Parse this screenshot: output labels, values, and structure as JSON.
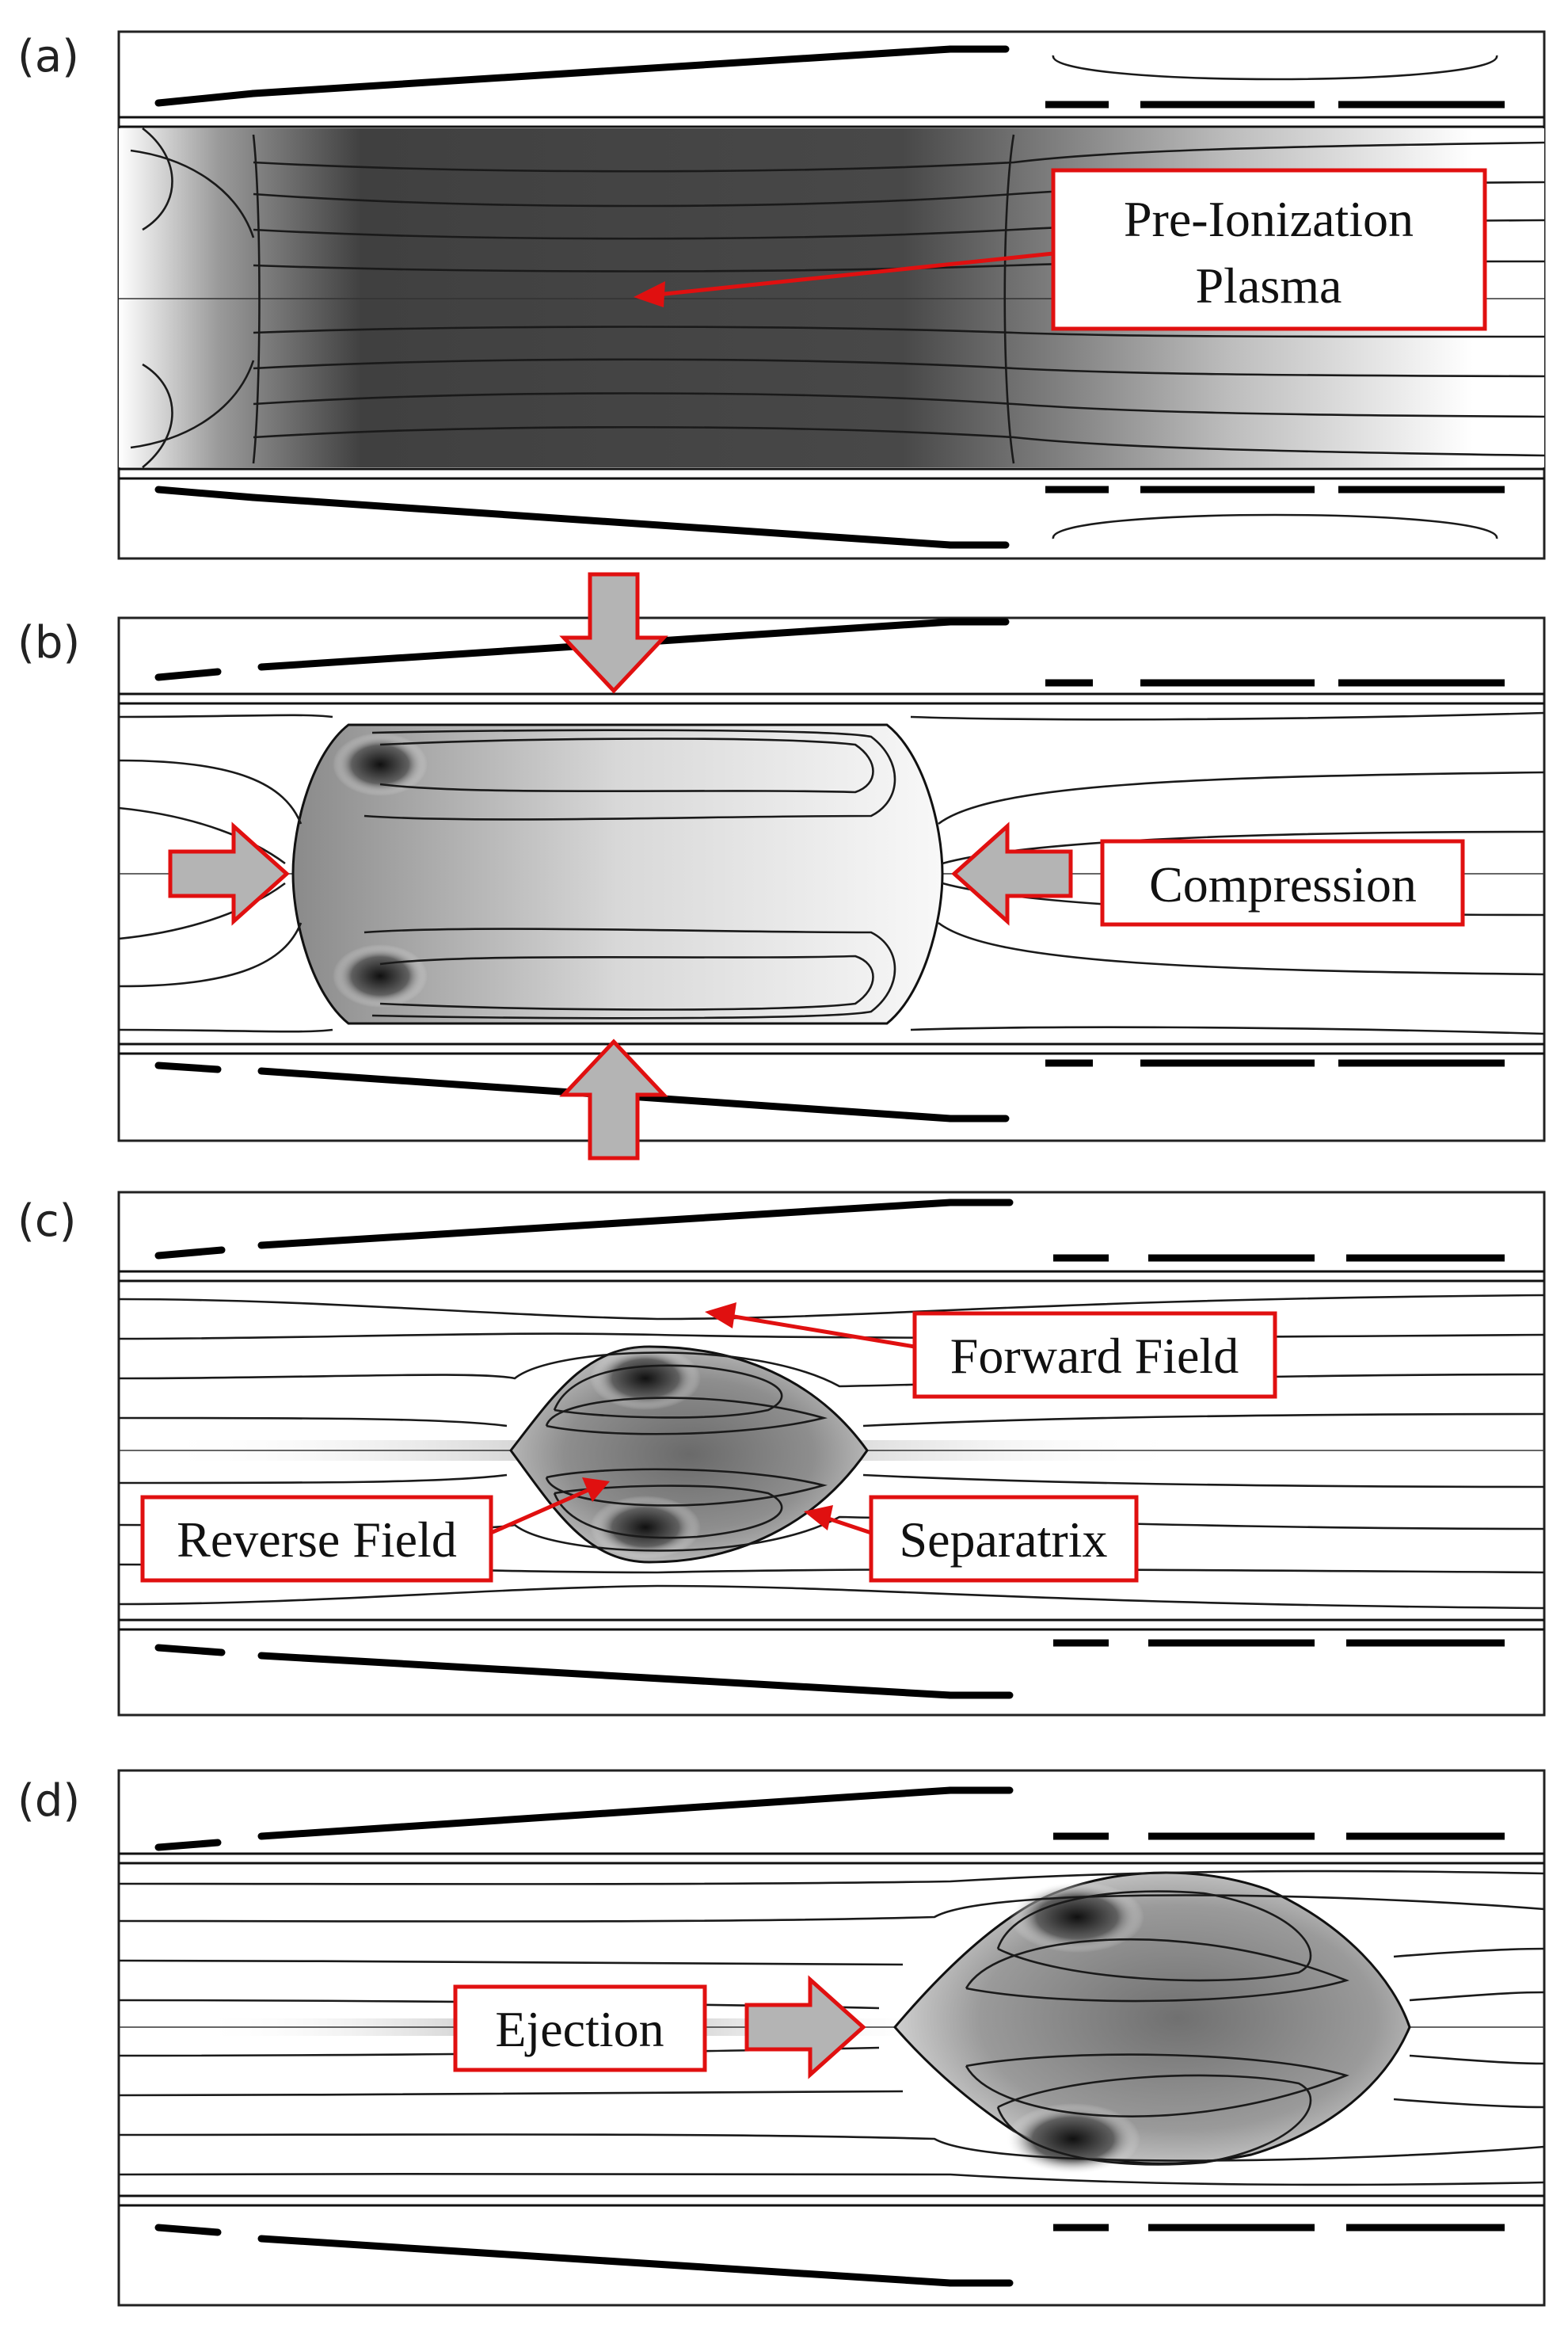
{
  "panels": [
    {
      "letter": "(a)"
    },
    {
      "letter": "(b)"
    },
    {
      "letter": "(c)"
    },
    {
      "letter": "(d)"
    }
  ],
  "callouts": {
    "pre_ionization_line1": "Pre-Ionization",
    "pre_ionization_line2": "Plasma",
    "compression": "Compression",
    "forward_field": "Forward Field",
    "reverse_field": "Reverse Field",
    "separatrix": "Separatrix",
    "ejection": "Ejection"
  },
  "colors": {
    "callout_border": "#e01010",
    "arrow_fill": "#b4b4b4",
    "plasma_dark": "#3a3a3a"
  }
}
